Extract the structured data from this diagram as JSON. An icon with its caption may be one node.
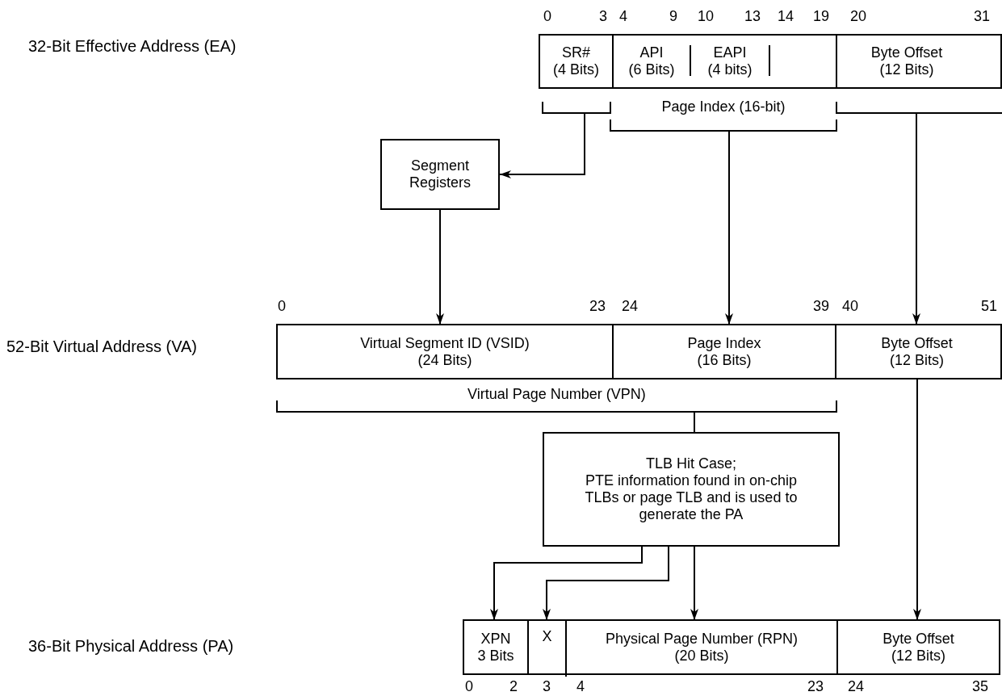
{
  "diagram": {
    "nodes": [
      {
        "text": [
          "SR#",
          "(4 Bits)"
        ]
      },
      {
        "text": [
          "API",
          "(6 Bits)"
        ]
      },
      {
        "text": [
          "EAPI",
          "(4 bits)"
        ]
      },
      {
        "text": [
          "Byte Offset",
          "(12 Bits)"
        ]
      },
      {
        "text": [],
        "shape": "bracket"
      },
      {
        "text": [
          "Page Index (16-bit)"
        ]
      },
      {
        "text": [],
        "shape": "bracket"
      },
      {
        "text": [
          "Segment Registers"
        ]
      },
      {
        "text": [
          "Virtual Segment ID (VSID)",
          "(24 Bits)"
        ]
      },
      {
        "text": [
          "Page Index",
          "(16 Bits)"
        ]
      },
      {
        "text": [
          "Byte Offset",
          "(12 Bits)"
        ]
      },
      {
        "text": [
          "Virtual Page Number (VPN)"
        ]
      },
      {
        "text": [
          "TLB Hit Case;",
          "PTE information found in on-chip TLBs or page TLB and is used to generate the PA"
        ]
      },
      {
        "text": [
          "XPN",
          "3 Bits"
        ]
      },
      {
        "text": [
          "X"
        ]
      },
      {
        "text": [
          "Physical Page Number (RPN)",
          "(20 Bits)"
        ]
      },
      {
        "text": [
          "Byte Offset",
          "(12 Bits)"
        ]
      }
    ],
    "edges": [
      {
        "from": 4,
        "to": 7,
        "arrow": "to"
      },
      {
        "from": 5,
        "to": 9,
        "arrow": "to"
      },
      {
        "from": 6,
        "to": 10,
        "arrow": "to"
      },
      {
        "from": 7,
        "to": 8,
        "arrow": "to"
      },
      {
        "from": 11,
        "to": 12,
        "arrow": "none"
      },
      {
        "from": 12,
        "to": 13,
        "arrow": "to"
      },
      {
        "from": 12,
        "to": 14,
        "arrow": "to"
      },
      {
        "from": 12,
        "to": 15,
        "arrow": "to"
      },
      {
        "from": 10,
        "to": 16,
        "arrow": "to"
      }
    ],
    "labels": [
      "0",
      "3",
      "4",
      "9",
      "10",
      "13",
      "14",
      "19",
      "20",
      "31",
      "32-Bit Effective Address (EA)",
      "0",
      "23",
      "24",
      "39",
      "40",
      "51",
      "52-Bit Virtual Address (VA)",
      "36-Bit Physical Address (PA)",
      "0",
      "2",
      "3",
      "4",
      "23",
      "24",
      "35"
    ]
  }
}
